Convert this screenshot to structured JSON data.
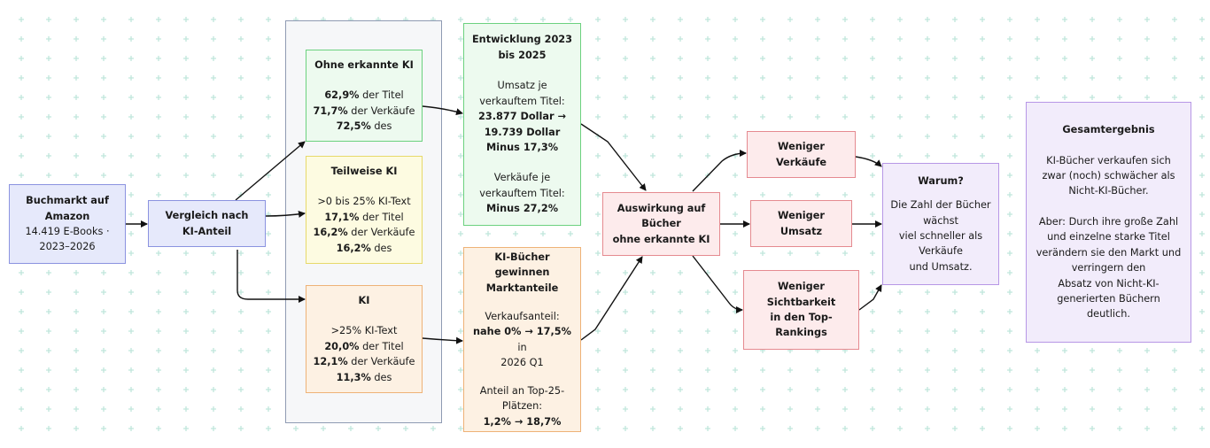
{
  "diagram": {
    "market": {
      "title": "Buchmarkt auf Amazon",
      "detail": "14.419 E-Books · 2023–2026"
    },
    "compare": {
      "label": "Vergleich nach KI-Anteil"
    },
    "no_ai": {
      "title": "Ohne erkannte KI",
      "line1_value": "62,9%",
      "line1_text": " der Titel",
      "line2_value": "71,7%",
      "line2_text": " der Verkäufe",
      "line3_value": "72,5%",
      "line3_text": " des"
    },
    "partial_ai": {
      "title": "Teilweise KI",
      "subtitle": ">0 bis 25% KI-Text",
      "line1_value": "17,1%",
      "line1_text": " der Titel",
      "line2_value": "16,2%",
      "line2_text": " der Verkäufe",
      "line3_value": "16,2%",
      "line3_text": " des"
    },
    "ai": {
      "title": "KI",
      "subtitle": ">25% KI-Text",
      "line1_value": "20,0%",
      "line1_text": " der Titel",
      "line2_value": "12,1%",
      "line2_text": " der Verkäufe",
      "line3_value": "11,3%",
      "line3_text": " des"
    },
    "development": {
      "title_line1": "Entwicklung 2023",
      "title_line2": "bis 2025",
      "revenue_label_1": "Umsatz je",
      "revenue_label_2": "verkauftem Titel:",
      "revenue_from": "23.877 Dollar →",
      "revenue_to": "19.739 Dollar",
      "revenue_change": "Minus 17,3%",
      "sales_label_1": "Verkäufe je",
      "sales_label_2": "verkauftem Titel:",
      "sales_change": "Minus 27,2%"
    },
    "ai_share": {
      "title_line1": "KI-Bücher",
      "title_line2": "gewinnen",
      "title_line3": "Marktanteile",
      "sales_share_label": "Verkaufsanteil:",
      "sales_share_value": "nahe 0% → 17,5%",
      "sales_share_suffix": " in",
      "sales_share_period": "2026 Q1",
      "top_label_1": "Anteil an Top-25-",
      "top_label_2": "Plätzen:",
      "top_value": "1,2% → 18,7%"
    },
    "impact": {
      "line1": "Auswirkung auf",
      "line2": "Bücher",
      "line3": "ohne erkannte KI"
    },
    "fewer_sales": {
      "line1": "Weniger",
      "line2": "Verkäufe"
    },
    "fewer_revenue": {
      "line1": "Weniger",
      "line2": "Umsatz"
    },
    "fewer_visibility": {
      "line1": "Weniger",
      "line2": "Sichtbarkeit",
      "line3": "in den Top-",
      "line4": "Rankings"
    },
    "why": {
      "title": "Warum?",
      "line1": "Die Zahl der Bücher",
      "line2": "wächst",
      "line3": "viel schneller als",
      "line4": "Verkäufe",
      "line5": "und Umsatz."
    },
    "result": {
      "title": "Gesamtergebnis",
      "p1_line1": "KI-Bücher verkaufen sich",
      "p1_line2": "zwar (noch) schwächer als",
      "p1_line3": "Nicht-KI-Bücher.",
      "p2_line1": "Aber: Durch ihre große Zahl",
      "p2_line2": "und einzelne starke Titel",
      "p2_line3": "verändern sie den Markt und",
      "p2_line4": "verringern den",
      "p2_line5": "Absatz von Nicht-KI-",
      "p2_line6": "generierten Büchern",
      "p2_line7": "deutlich."
    }
  },
  "colors": {
    "background_marks": "#bfe6dc",
    "edge": "#111111",
    "panel_border": "#8f9bb3"
  }
}
